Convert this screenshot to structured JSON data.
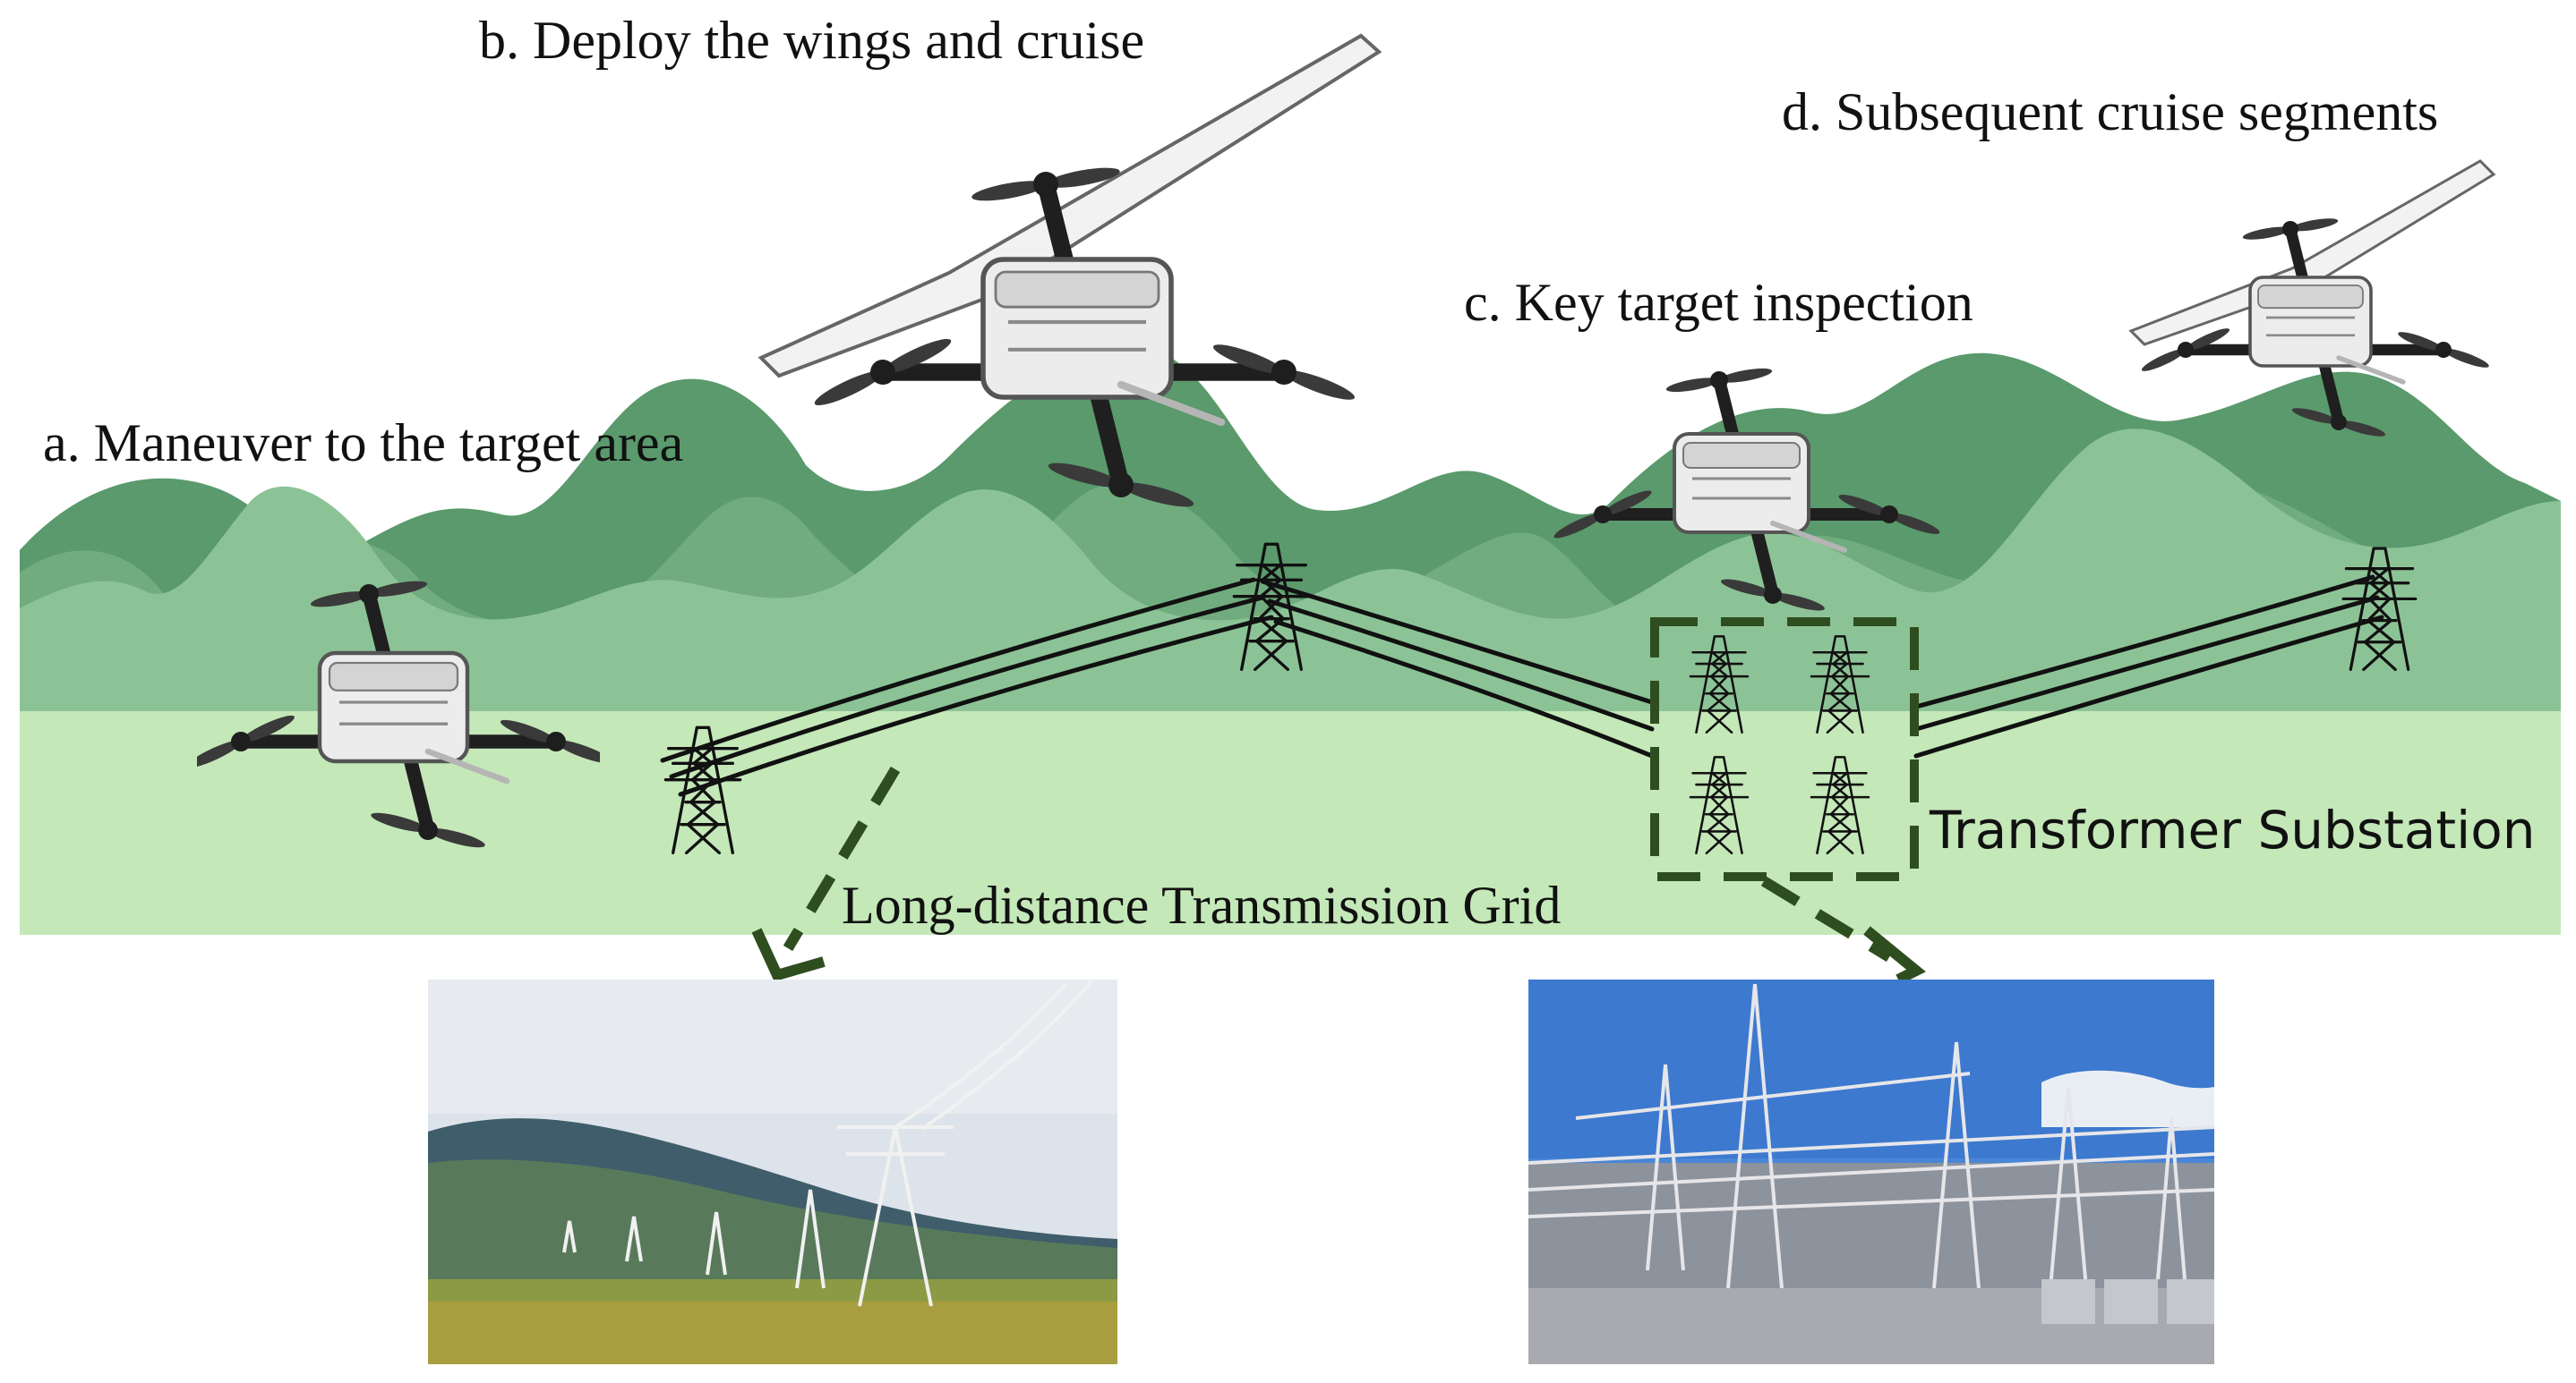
{
  "stages": {
    "a": "a. Maneuver to the target area",
    "b": "b. Deploy the wings and cruise",
    "c": "c. Key target inspection",
    "d": "d. Subsequent cruise segments"
  },
  "annotations": {
    "grid": "Long-distance Transmission Grid",
    "substation": "Transformer Substation"
  },
  "colors": {
    "mountain_dark": "#5a9a6c",
    "mountain_mid": "#71ac7f",
    "mountain_light": "#8cc396",
    "ground_light": "#c4e8b8",
    "arrow_dark_green": "#2f4e1f",
    "drone_body": "#ececec",
    "drone_frame": "#2a2a2a"
  },
  "icons": {
    "drone": "quadrotor-drone-icon",
    "fixed_wing_drone": "fixed-wing-vtol-drone-icon",
    "tower": "transmission-tower-icon"
  },
  "photos": {
    "grid": "transmission-lines-grassland-photo",
    "substation": "electrical-substation-photo"
  }
}
